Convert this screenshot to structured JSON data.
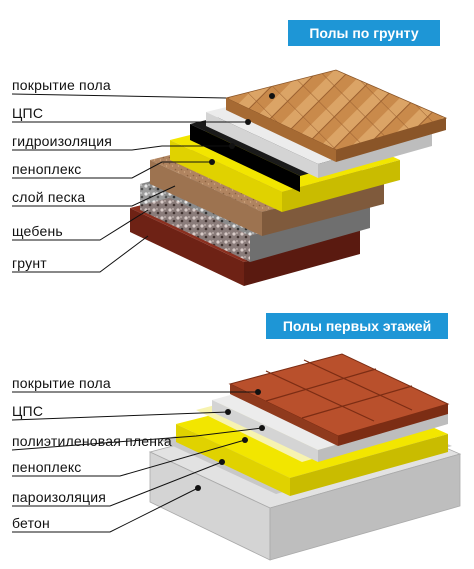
{
  "diagrams": [
    {
      "title": "Полы по грунту",
      "labels": [
        "покрытие пола",
        "ЦПС",
        "гидроизоляция",
        "пеноплекс",
        "слой песка",
        "щебень",
        "грунт"
      ]
    },
    {
      "title": "Полы первых этажей",
      "labels": [
        "покрытие пола",
        "ЦПС",
        "полиэтиленовая пленка",
        "пеноплекс",
        "пароизоляция",
        "бетон"
      ]
    }
  ],
  "colors": {
    "badge": "#1e96d6",
    "parquet": "#c98a4b",
    "tile": "#b9502c",
    "screed": "#ececec",
    "waterproofing": "#1a1a1a",
    "insulation": "#f2e600",
    "sand": "#b08460",
    "gravel": "#9a9a9a",
    "soil": "#8b2f1f",
    "concrete": "#e2e2e2"
  }
}
